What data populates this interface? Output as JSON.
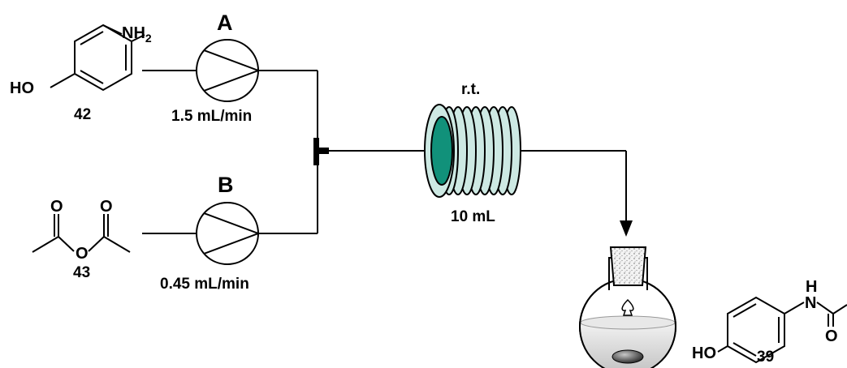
{
  "pump_a": {
    "letter": "A",
    "flow_rate": "1.5 mL/min"
  },
  "pump_b": {
    "letter": "B",
    "flow_rate": "0.45 mL/min"
  },
  "reactor": {
    "temperature": "r.t.",
    "volume": "10 mL"
  },
  "compounds": {
    "aminophenol": {
      "number": "42",
      "atoms": [
        "NH",
        "2",
        "HO"
      ]
    },
    "acetic_anhydride": {
      "number": "43",
      "atoms": [
        "O",
        "O",
        "O"
      ]
    },
    "paracetamol": {
      "number": "39",
      "atoms": [
        "H",
        "N",
        "O",
        "HO"
      ]
    }
  },
  "colors": {
    "reactor_core": "#11917a",
    "reactor_coil": "#cde9e3",
    "line": "#000000"
  }
}
